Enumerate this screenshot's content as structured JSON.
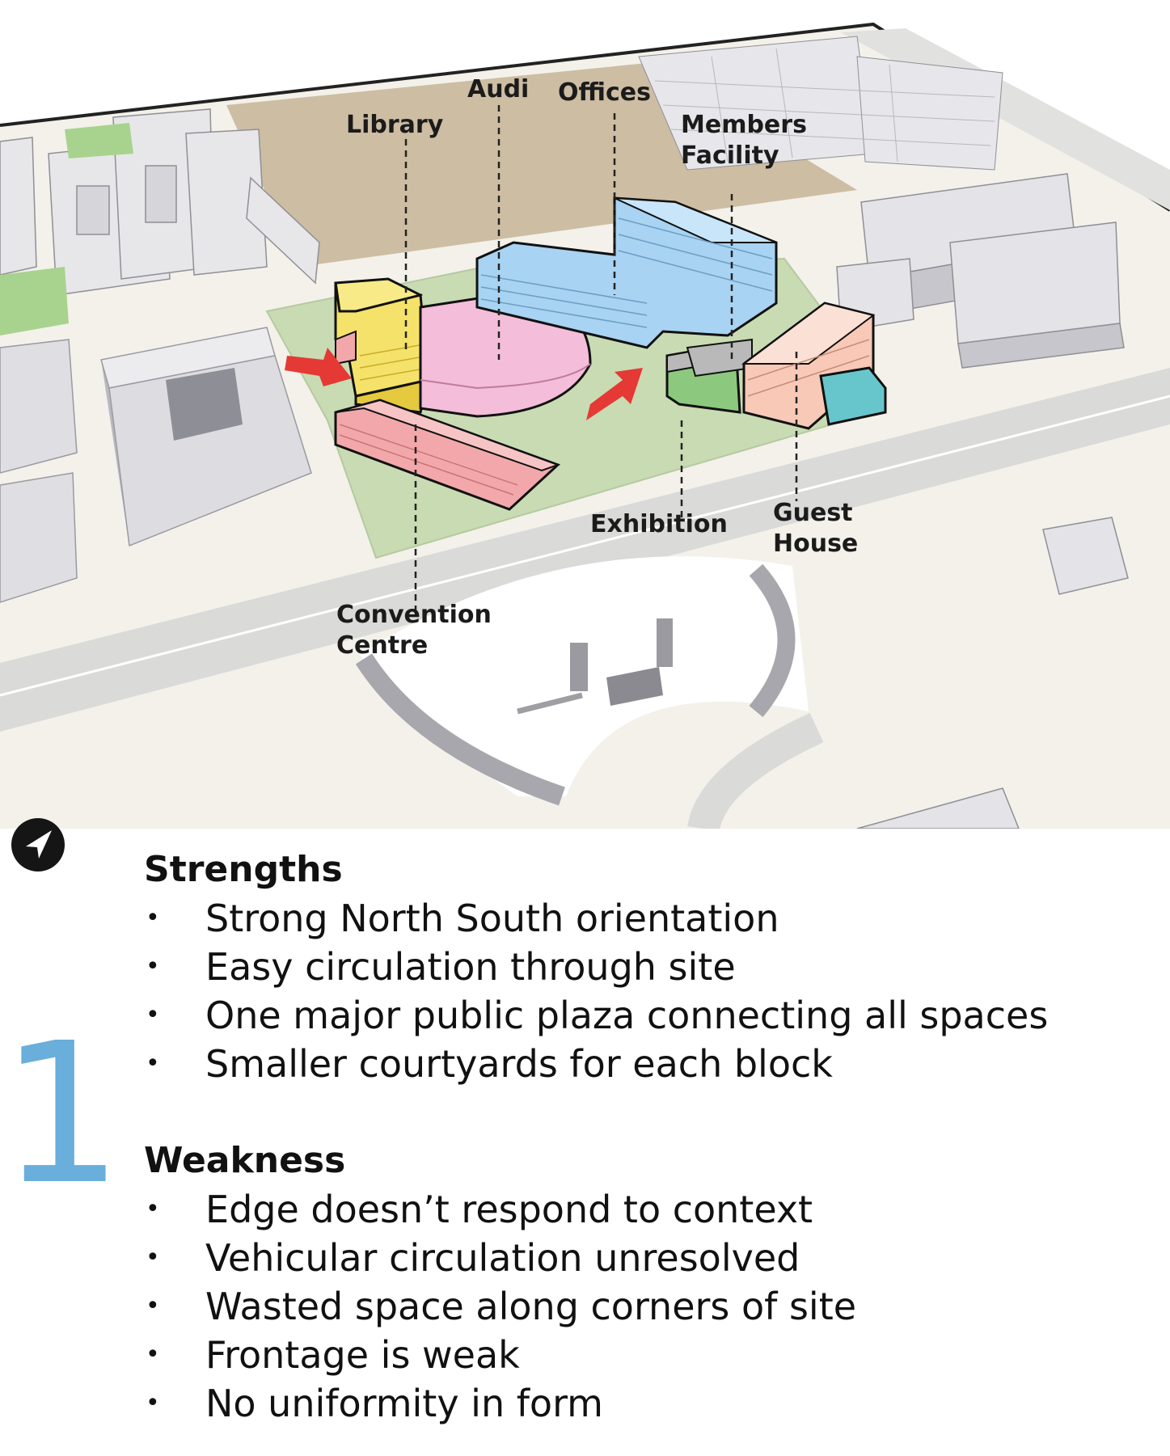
{
  "diagram": {
    "labels": {
      "audi": [
        "Audi"
      ],
      "offices": [
        "Offices"
      ],
      "library": [
        "Library"
      ],
      "members": [
        "Members",
        "Facility"
      ],
      "exhibition": [
        "Exhibition"
      ],
      "guest": [
        "Guest",
        "House"
      ],
      "convention": [
        "Convention",
        "Centre"
      ]
    },
    "block_colors": {
      "library": "#f5e26a",
      "audi": "#f4bdd9",
      "offices": "#a8d3f2",
      "convention": "#f2a8aa",
      "exhibition": "#8cc97e",
      "members": "#b9b9b9",
      "guest": "#f7c9b6",
      "annex": "#67c6cb",
      "arrows": "#e53935",
      "site_green": "#c9dbb3",
      "empty_plot": "#cdbda3"
    }
  },
  "option_number": "1",
  "option_color": "#6aaedb",
  "compass_icon": "north-arrow-icon",
  "strengths": {
    "heading": "Strengths",
    "items": [
      "Strong North South orientation",
      "Easy circulation through site",
      "One major public plaza connecting all spaces",
      "Smaller courtyards for each block"
    ]
  },
  "weakness": {
    "heading": "Weakness",
    "items": [
      "Edge doesn’t respond to context",
      "Vehicular circulation unresolved",
      "Wasted space along corners of site",
      "Frontage is weak",
      "No uniformity in form"
    ]
  }
}
